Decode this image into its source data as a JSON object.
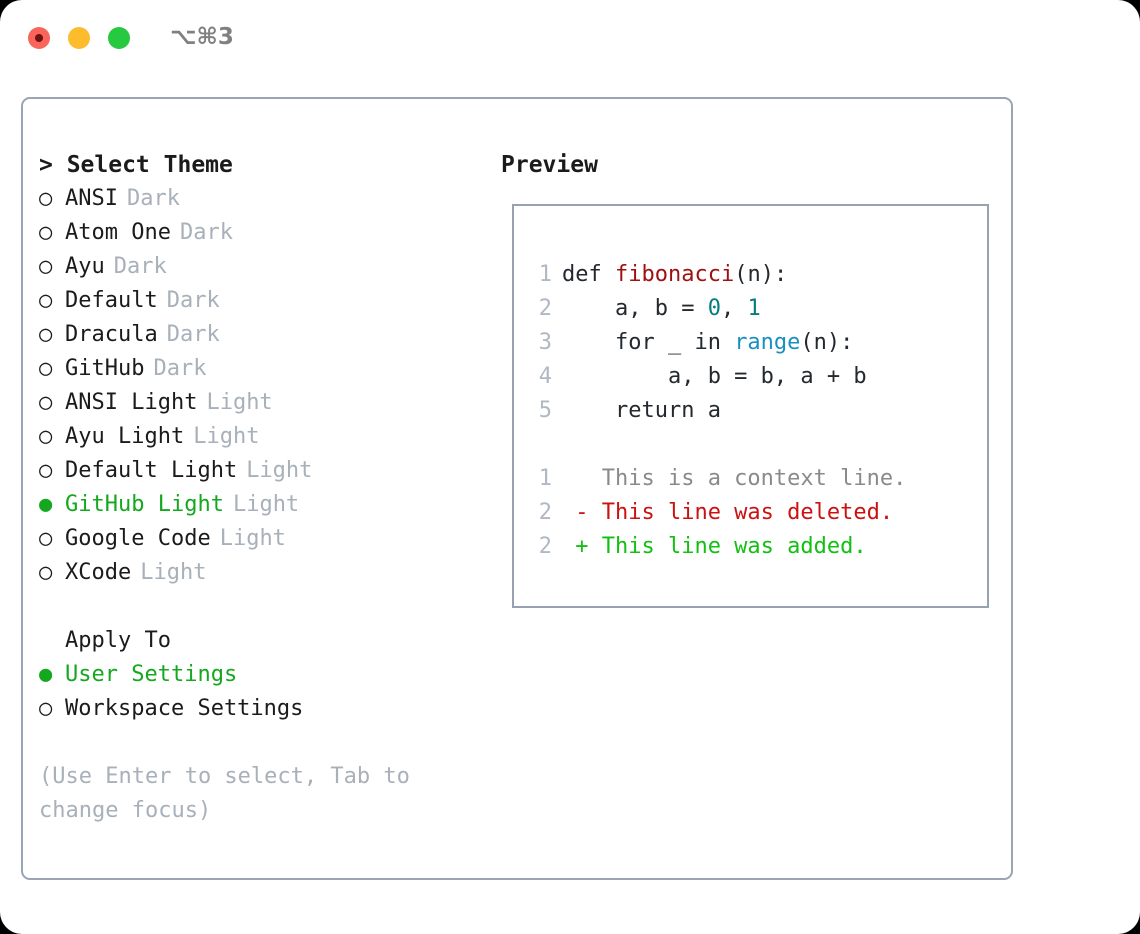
{
  "titlebar": {
    "shortcut": "⌥⌘3",
    "buttons": [
      {
        "name": "close",
        "color": "#f9655b"
      },
      {
        "name": "minimize",
        "color": "#fcbc2e"
      },
      {
        "name": "zoom",
        "color": "#26c93f"
      }
    ]
  },
  "left": {
    "heading": "> Select Theme",
    "marker_selected": "●",
    "marker_unselected": "○",
    "themes": [
      {
        "name": "ANSI",
        "category": "Dark",
        "selected": false
      },
      {
        "name": "Atom One",
        "category": "Dark",
        "selected": false
      },
      {
        "name": "Ayu",
        "category": "Dark",
        "selected": false
      },
      {
        "name": "Default",
        "category": "Dark",
        "selected": false
      },
      {
        "name": "Dracula",
        "category": "Dark",
        "selected": false
      },
      {
        "name": "GitHub",
        "category": "Dark",
        "selected": false
      },
      {
        "name": "ANSI Light",
        "category": "Light",
        "selected": false
      },
      {
        "name": "Ayu Light",
        "category": "Light",
        "selected": false
      },
      {
        "name": "Default Light",
        "category": "Light",
        "selected": false
      },
      {
        "name": "GitHub Light",
        "category": "Light",
        "selected": true
      },
      {
        "name": "Google Code",
        "category": "Light",
        "selected": false
      },
      {
        "name": "XCode",
        "category": "Light",
        "selected": false
      }
    ],
    "apply_to": {
      "heading": "Apply To",
      "options": [
        {
          "name": "User Settings",
          "selected": true
        },
        {
          "name": "Workspace Settings",
          "selected": false
        }
      ]
    },
    "hint": "(Use Enter to select, Tab to change focus)"
  },
  "right": {
    "heading": "Preview",
    "code_lines": [
      {
        "no": "1",
        "tokens": [
          {
            "t": "def ",
            "c": "tok-def"
          },
          {
            "t": "fibonacci",
            "c": "tok-fn"
          },
          {
            "t": "(n):",
            "c": "tok-plain"
          }
        ]
      },
      {
        "no": "2",
        "tokens": [
          {
            "t": "    a, b = ",
            "c": "tok-plain"
          },
          {
            "t": "0",
            "c": "tok-num"
          },
          {
            "t": ", ",
            "c": "tok-plain"
          },
          {
            "t": "1",
            "c": "tok-num"
          }
        ]
      },
      {
        "no": "3",
        "tokens": [
          {
            "t": "    for _ in ",
            "c": "tok-plain"
          },
          {
            "t": "range",
            "c": "tok-call"
          },
          {
            "t": "(n):",
            "c": "tok-plain"
          }
        ]
      },
      {
        "no": "4",
        "tokens": [
          {
            "t": "        a, b = b, a + b",
            "c": "tok-plain"
          }
        ]
      },
      {
        "no": "5",
        "tokens": [
          {
            "t": "    return a",
            "c": "tok-plain"
          }
        ]
      }
    ],
    "diff_lines": [
      {
        "no": "1",
        "tokens": [
          {
            "t": "   This is a context line.",
            "c": "diff-ctx"
          }
        ]
      },
      {
        "no": "2",
        "tokens": [
          {
            "t": " - This line was deleted.",
            "c": "diff-del"
          }
        ]
      },
      {
        "no": "2",
        "tokens": [
          {
            "t": " + This line was added.",
            "c": "diff-add"
          }
        ]
      }
    ]
  },
  "colors": {
    "accent_green": "#15a81f",
    "muted_gray": "#a8b0ba",
    "panel_border": "#9aa5b4",
    "preview_border": "#97a2b0",
    "diff_add": "#11c011",
    "diff_del": "#cc1111",
    "token_function": "#9d1111",
    "token_number": "#067d7d",
    "token_call": "#1a8fc4"
  }
}
